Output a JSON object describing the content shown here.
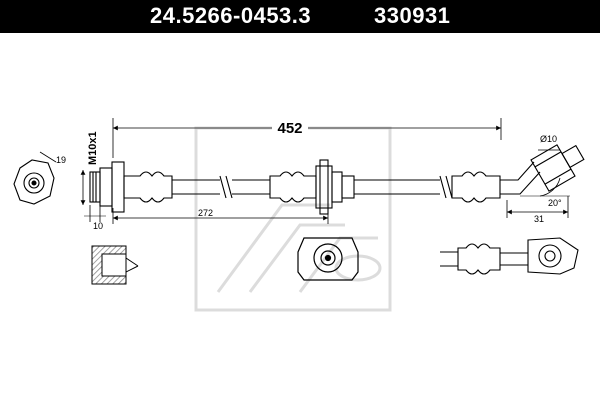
{
  "header": {
    "part_number": "24.5266-0453.3",
    "reference_number": "330931"
  },
  "dimensions": {
    "total_length": "452",
    "inner_length": "272",
    "fitting_length": "10",
    "thread": "M10x1",
    "hex_size": "19",
    "eye_diameter": "Ø10",
    "end_length": "31",
    "bend_angle": "20°"
  },
  "colors": {
    "header_bg": "#000000",
    "header_text": "#ffffff",
    "line": "#000000",
    "hatch": "#9a9a9a",
    "watermark": "#dcdcdc"
  }
}
